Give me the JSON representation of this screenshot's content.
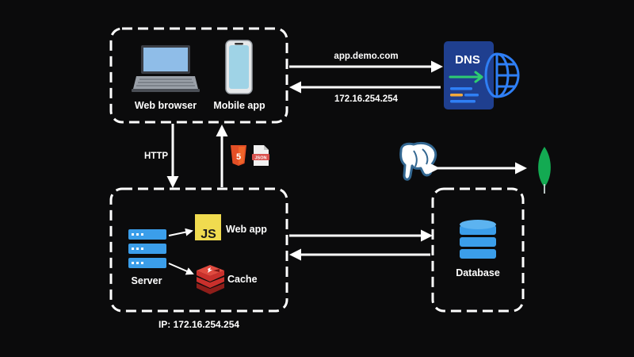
{
  "client": {
    "web_browser_label": "Web browser",
    "mobile_app_label": "Mobile app",
    "icons": [
      "laptop-icon",
      "smartphone-icon"
    ]
  },
  "dns": {
    "badge_text": "DNS",
    "request_label": "app.demo.com",
    "response_label": "172.16.254.254",
    "icons": [
      "dns-server-icon",
      "globe-icon"
    ]
  },
  "http": {
    "request_label": "HTTP",
    "response_icons": [
      "html5-icon",
      "json-file-icon"
    ],
    "html5_badge": "5",
    "json_badge": "JSON"
  },
  "server": {
    "server_label": "Server",
    "webapp_label": "Web app",
    "js_badge": "JS",
    "cache_label": "Cache",
    "ip_label": "IP: 172.16.254.254",
    "icons": [
      "server-rack-icon",
      "javascript-icon",
      "redis-icon"
    ]
  },
  "database": {
    "label": "Database",
    "icons": [
      "database-icon",
      "postgresql-icon",
      "mongodb-icon"
    ]
  },
  "colors": {
    "background": "#0b0b0c",
    "stroke": "#ffffff",
    "server_blue": "#3b9eea",
    "dns_navy": "#1f3f8f",
    "dns_green": "#2ecc71",
    "globe_blue": "#2f7ff5",
    "js_yellow": "#f0db4f",
    "redis_red": "#c9302c",
    "html5_orange": "#e34f26",
    "json_red": "#d9534f",
    "postgres_blue": "#336791",
    "mongo_green": "#13aa52"
  }
}
